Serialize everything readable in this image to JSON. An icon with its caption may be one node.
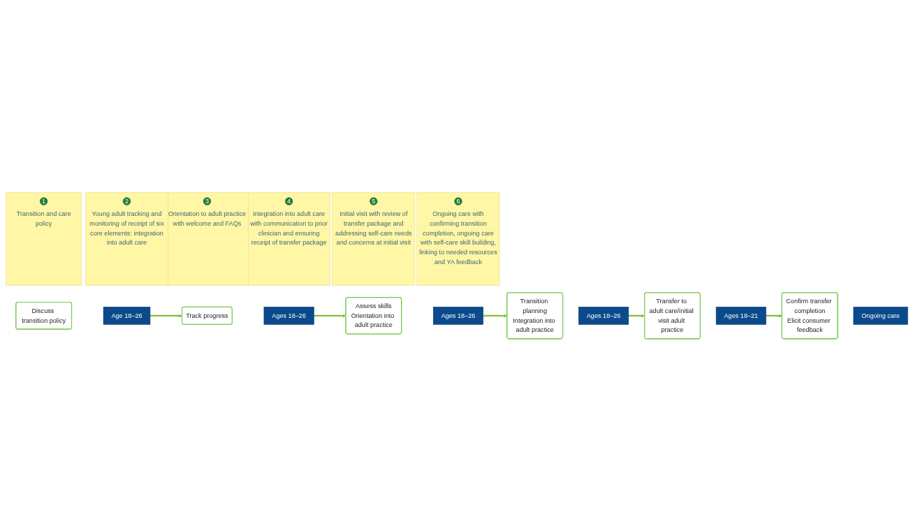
{
  "diagram": {
    "nodes": [
      {
        "text": [
          "Discuss transition policy"
        ]
      },
      {
        "text": [
          "Age 18–26"
        ]
      },
      {
        "text": [
          "Track progress"
        ]
      },
      {
        "text": [
          "Ages 18–26"
        ]
      },
      {
        "text": [
          "Assess skills",
          "Orientation into adult practice"
        ]
      },
      {
        "text": [
          "Ages 18–26"
        ]
      },
      {
        "text": [
          "Transition planning",
          "Integration into adult practice"
        ]
      },
      {
        "text": [
          "Ages 18–26"
        ]
      },
      {
        "text": [
          "Transfer to adult care/initial visit adult practice"
        ]
      },
      {
        "text": [
          "Ages 18–21"
        ]
      },
      {
        "text": [
          "Confirm transfer completion",
          "Elicit consumer feedback"
        ]
      },
      {
        "text": [
          "Ongoing care"
        ]
      },
      {
        "text": [
          "Transition and care policy"
        ]
      },
      {
        "text": [
          "1"
        ],
        "in": 12
      },
      {
        "text": [
          "Young adult tracking and monitoring of receipt of six core elements: integration into adult care"
        ]
      },
      {
        "text": [
          "2"
        ],
        "in": 14
      },
      {
        "text": [
          "Orientation to adult practice with welcome and FAQs"
        ]
      },
      {
        "text": [
          "3"
        ],
        "in": 16
      },
      {
        "text": [
          "Integration into adult care with communication to prior clinician and ensuring receipt of transfer package"
        ]
      },
      {
        "text": [
          "4"
        ],
        "in": 18
      },
      {
        "text": [
          "Initial visit with review of transfer package and addressing self-care needs and concerns at initial visit"
        ]
      },
      {
        "text": [
          "5"
        ],
        "in": 20
      },
      {
        "text": [
          "Ongoing care with confirming transition completion, ongoing care with self-care skill building, linking to needed resources and YA feedback"
        ]
      },
      {
        "text": [
          "6"
        ],
        "in": 22
      }
    ],
    "edges": [
      {
        "from": 1,
        "to": 2,
        "arrow": "to"
      },
      {
        "from": 3,
        "to": 4,
        "arrow": "to"
      },
      {
        "from": 5,
        "to": 6,
        "arrow": "to"
      },
      {
        "from": 7,
        "to": 8,
        "arrow": "to"
      },
      {
        "from": 9,
        "to": 10,
        "arrow": "to"
      }
    ]
  }
}
